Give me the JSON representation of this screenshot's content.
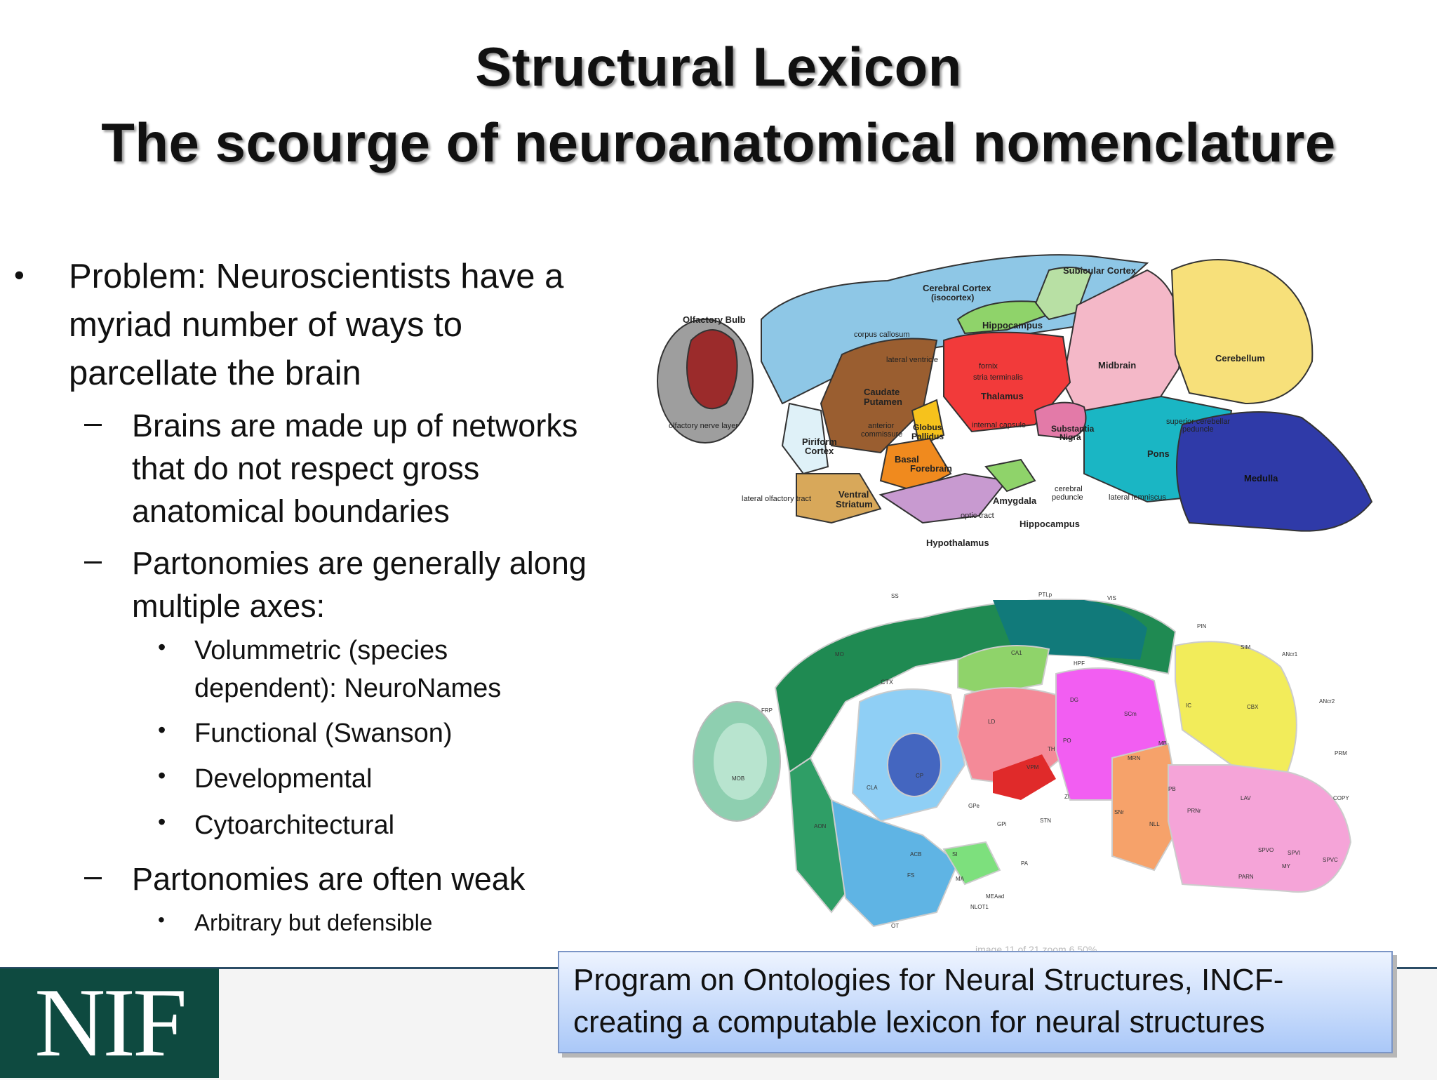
{
  "title": {
    "line1": "Structural Lexicon",
    "line2": "The scourge of neuroanatomical nomenclature"
  },
  "bullets": {
    "problem_1": "Problem:  Neuroscientists have a",
    "problem_2": "myriad number of ways to",
    "problem_3": "parcellate the brain",
    "networks_1": "Brains are made up of networks",
    "networks_2": "that do not respect gross",
    "networks_3": "anatomical boundaries",
    "axes_1": "Partonomies are generally along",
    "axes_2": "multiple axes:",
    "vol_1": "Volummetric (species",
    "vol_2": "dependent):  NeuroNames",
    "functional": "Functional (Swanson)",
    "developmental": "Developmental",
    "cyto": "Cytoarchitectural",
    "weak": "Partonomies are often weak",
    "arbitrary": "Arbitrary but defensible",
    "bullet_glyph": "•",
    "dash_glyph": "–"
  },
  "diagram1": {
    "olfactory_bulb": "Olfactory Bulb",
    "olfactory_nerve_layer": "olfactory nerve layer",
    "cerebral_cortex": "Cerebral Cortex",
    "isocortex": "(isocortex)",
    "subicular_cortex": "Subicular Cortex",
    "hippocampus_top": "Hippocampus",
    "corpus_callosum": "corpus callosum",
    "lateral_ventricle": "lateral ventricle",
    "fornix": "fornix",
    "stria_terminalis": "stria terminalis",
    "thalamus": "Thalamus",
    "internal_capsule": "internal capsule",
    "caudate": "Caudate",
    "putamen": "Putamen",
    "anterior": "anterior",
    "commissure": "commissure",
    "globus": "Globus",
    "pallidus": "Pallidus",
    "piriform": "Piriform",
    "cortex": "Cortex",
    "basal": "Basal",
    "forebrain": "Forebrain",
    "ventral": "Ventral",
    "striatum": "Striatum",
    "lateral_olfactory_tract": "lateral olfactory tract",
    "amygdala": "Amygdala",
    "optic_tract": "optic tract",
    "hypothalamus": "Hypothalamus",
    "hippocampus_bottom": "Hippocampus",
    "cerebral": "cerebral",
    "peduncle": "peduncle",
    "substantia": "Substantia",
    "nigra": "Nigra",
    "midbrain": "Midbrain",
    "cerebellum": "Cerebellum",
    "superior_cerebellar": "superior cerebellar",
    "peduncle2": "peduncle",
    "pons": "Pons",
    "lateral_lemniscus": "lateral lemniscus",
    "medulla": "Medulla"
  },
  "diagram2": {
    "SS": "SS",
    "PTLp": "PTLp",
    "VIS": "VIS",
    "MO": "MO",
    "CTX": "CTX",
    "FRP": "FRP",
    "MOB": "MOB",
    "AON": "AON",
    "OT": "OT",
    "CP": "CP",
    "ACB": "ACB",
    "FS": "FS",
    "CLA": "CLA",
    "SI": "SI",
    "MA": "MA",
    "GPe": "GPe",
    "GPi": "GPi",
    "CA1": "CA1",
    "HPF": "HPF",
    "DG": "DG",
    "TH": "TH",
    "VPM": "VPM",
    "PO": "PO",
    "LD": "LD",
    "ZI": "ZI",
    "STN": "STN",
    "SCm": "SCm",
    "MB": "MB",
    "MRN": "MRN",
    "IC": "IC",
    "SNr": "SNr",
    "PIN": "PIN",
    "SIM": "SIM",
    "CBX": "CBX",
    "PRNr": "PRNr",
    "NLL": "NLL",
    "SPVO": "SPVO",
    "SPVI": "SPVI",
    "SPVC": "SPVC",
    "MY": "MY",
    "LAV": "LAV",
    "PARN": "PARN",
    "MEAad": "MEAad",
    "NLOT1": "NLOT1",
    "PA": "PA",
    "PRM": "PRM",
    "COPY": "COPY",
    "ANcr1": "ANcr1",
    "ANcr2": "ANcr2",
    "PB": "PB"
  },
  "viewer_status": "image 11 of 21    zoom 6.50%",
  "logo": "NIF",
  "callout": {
    "line1": "Program on Ontologies for Neural Structures, INCF-",
    "line2": "creating a computable lexicon for neural structures"
  }
}
